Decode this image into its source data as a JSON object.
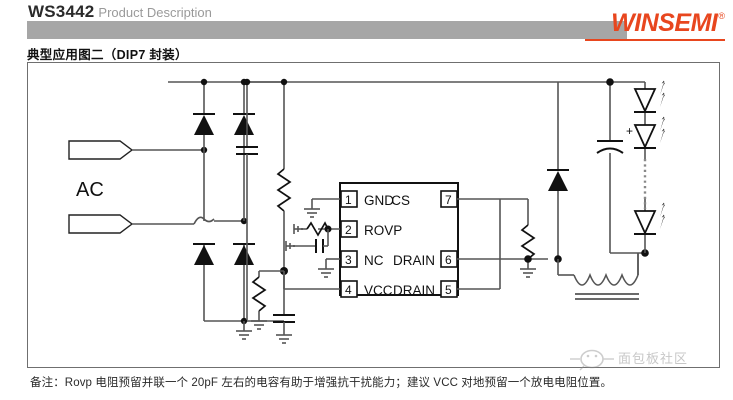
{
  "header": {
    "part_number": "WS3442",
    "description": "Product Description",
    "brand": "WINSEMI",
    "brand_mark": "®",
    "bar_color": "#a6a6a6",
    "brand_color": "#e8461e"
  },
  "section": {
    "title": "典型应用图二（DIP7 封装）"
  },
  "schematic": {
    "ac_label": "AC",
    "ic": {
      "left_pins": [
        {
          "number": "1",
          "name": "GND"
        },
        {
          "number": "2",
          "name": "ROVP"
        },
        {
          "number": "3",
          "name": "NC"
        },
        {
          "number": "4",
          "name": "VCC"
        }
      ],
      "right_pins": [
        {
          "number": "7",
          "name": "CS"
        },
        {
          "number": "6",
          "name": "DRAIN"
        },
        {
          "number": "5",
          "name": "DRAIN"
        }
      ]
    },
    "output_cap_polarity": "+",
    "line_color": "#555555",
    "component_color": "#111111"
  },
  "footer": {
    "note": "备注：Rovp 电阻预留并联一个 20pF 左右的电容有助于增强抗干扰能力；建议 VCC 对地预留一个放电电阻位置。",
    "watermark_text": "面包板社区"
  }
}
